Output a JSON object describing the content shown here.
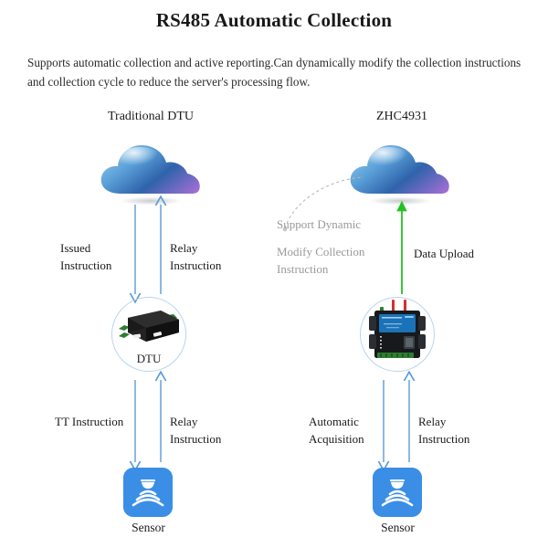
{
  "header": {
    "title": "RS485 Automatic Collection",
    "description": "Supports automatic collection and active reporting.Can dynamically modify the collection instructions and collection cycle to reduce the server's processing flow."
  },
  "colors": {
    "arrow_blue": "#5b9bd5",
    "arrow_green": "#24c024",
    "sensor_blue": "#3a8ee6",
    "circle_outline": "#b9d4ee",
    "cloud_blue": "#2f6fb5",
    "cloud_purple": "#9b6fd0",
    "gray_text": "#9a9a9a",
    "text": "#1a1a1a"
  },
  "diagram": {
    "left_column": {
      "heading": "Traditional DTU",
      "cloud_name": "cloud-icon",
      "device_label": "DTU",
      "device_name": "dtu-device-icon",
      "sensor_label": "Sensor",
      "sensor_name": "sensor-icon",
      "arrows": [
        {
          "name": "arrow-issued-instruction",
          "label": "Issued\nInstruction",
          "direction": "down",
          "color": "#5b9bd5"
        },
        {
          "name": "arrow-relay-instruction-top",
          "label": "Relay\nInstruction",
          "direction": "up",
          "color": "#5b9bd5"
        },
        {
          "name": "arrow-tt-instruction",
          "label": "TT Instruction",
          "direction": "down",
          "color": "#5b9bd5"
        },
        {
          "name": "arrow-relay-instruction-bottom",
          "label": "Relay\nInstruction",
          "direction": "up",
          "color": "#5b9bd5"
        }
      ],
      "labels": {
        "issued_instruction_line1": "Issued",
        "issued_instruction_line2": "Instruction",
        "relay_instruction_top_line1": "Relay",
        "relay_instruction_top_line2": "Instruction",
        "tt_instruction": "TT Instruction",
        "relay_instruction_bottom_line1": "Relay",
        "relay_instruction_bottom_line2": "Instruction"
      }
    },
    "right_column": {
      "heading": "ZHC4931",
      "cloud_name": "cloud-icon",
      "device_name": "zhc4931-device-icon",
      "sensor_label": "Sensor",
      "sensor_name": "sensor-icon",
      "arrows": [
        {
          "name": "arrow-data-upload",
          "label": "Data Upload",
          "direction": "up",
          "color": "#24c024"
        },
        {
          "name": "arrow-automatic-acquisition",
          "label": "Automatic\nAcquisition",
          "direction": "down",
          "color": "#5b9bd5"
        },
        {
          "name": "arrow-relay-instruction-bottom",
          "label": "Relay\nInstruction",
          "direction": "up",
          "color": "#5b9bd5"
        }
      ],
      "labels": {
        "support_dynamic": "Support Dynamic",
        "modify_collection_line1": "Modify Collection",
        "modify_collection_line2": "Instruction",
        "data_upload": "Data Upload",
        "automatic_acquisition_line1": "Automatic",
        "automatic_acquisition_line2": "Acquisition",
        "relay_instruction_line1": "Relay",
        "relay_instruction_line2": "Instruction"
      },
      "dashed_curve_name": "dashed-dynamic-curve"
    }
  }
}
